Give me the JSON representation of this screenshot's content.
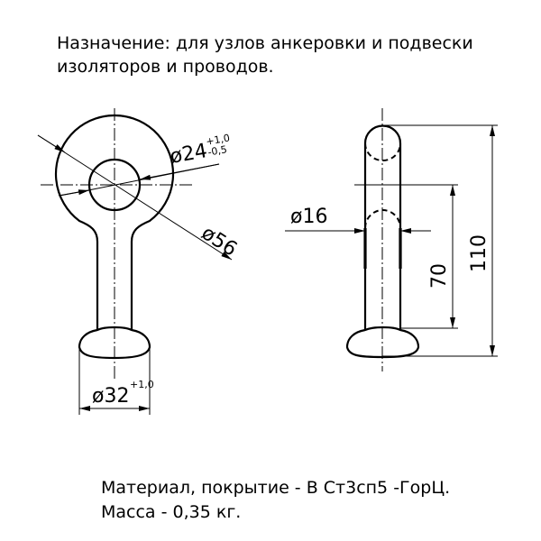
{
  "header": {
    "line1": "Назначение: для узлов анкеровки и подвески",
    "line2": "изоляторов и проводов."
  },
  "dimensions": {
    "hole_diameter": "ø24",
    "hole_tol_upper": "+1,0",
    "hole_tol_lower": "-0,5",
    "ring_diameter": "ø56",
    "head_diameter": "ø32",
    "head_tol_upper": "+1,0",
    "shank_diameter": "ø16",
    "shank_length": "70",
    "total_length": "110"
  },
  "footer": {
    "material": "Материал, покрытие - В Ст3сп5 -ГорЦ.",
    "mass": "Масса - 0,35 кг."
  }
}
